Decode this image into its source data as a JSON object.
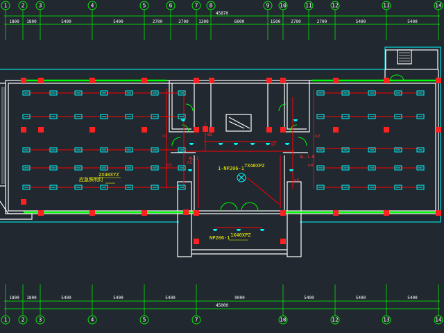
{
  "colors": {
    "background": "#212830",
    "axis": "#00ff00",
    "wall": "#ffffff",
    "wire": "#ff0000",
    "light": "#00ffff",
    "label": "#ffff00",
    "door": "#00ff00",
    "outline": "#00ffff"
  },
  "axes": {
    "labels": [
      "1",
      "2",
      "3",
      "4",
      "5",
      "6",
      "7",
      "8",
      "9",
      "10",
      "11",
      "12",
      "13",
      "14"
    ]
  },
  "dimensions": {
    "top": {
      "overall": "45870",
      "segments": [
        "1800",
        "1800",
        "5400",
        "5400",
        "2700",
        "2700",
        "1300",
        "6000",
        "1500",
        "2700",
        "2700",
        "5400",
        "5400"
      ]
    },
    "bottom": {
      "overall": "45000",
      "segments": [
        "1800",
        "1800",
        "5400",
        "5400",
        "5400",
        "9000",
        "5400",
        "5400",
        "5400"
      ]
    }
  },
  "labels": {
    "fixture_left": "2X40XYZ",
    "emergency_left": "应急照明灯",
    "fixture_center": "7X40XPZ",
    "panel_center": "1-NP206-1",
    "fixture_bottom": "1X40XPZ",
    "panel_bottom": "NP206-1",
    "circuit_al": "AL-1",
    "circuit_al_right": "AL-1-B",
    "circuits": [
      "n1",
      "n2",
      "n3",
      "n4",
      "n5",
      "n6",
      "n7",
      "n8"
    ]
  }
}
